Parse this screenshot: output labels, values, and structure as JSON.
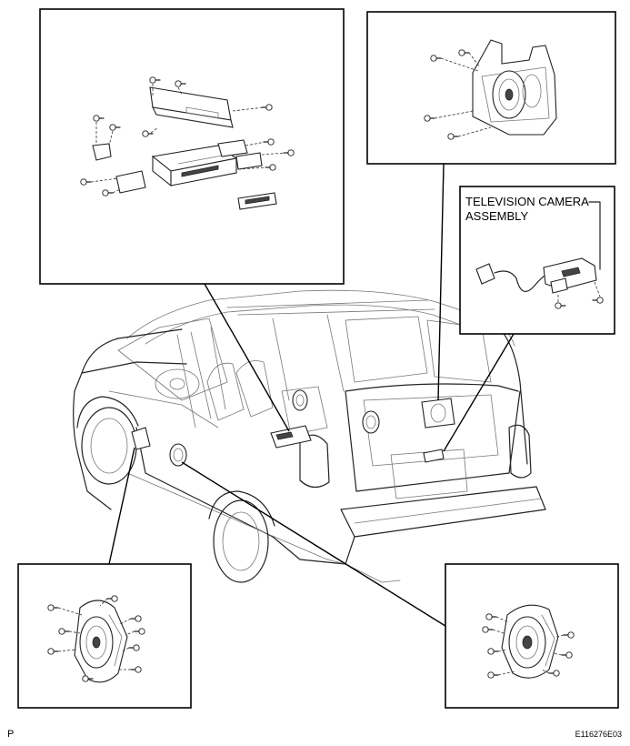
{
  "labels": {
    "camera_line1": "TELEVISION CAMERA",
    "camera_line2": "ASSEMBLY",
    "page_marker": "P",
    "figure_code": "E116276E03"
  }
}
